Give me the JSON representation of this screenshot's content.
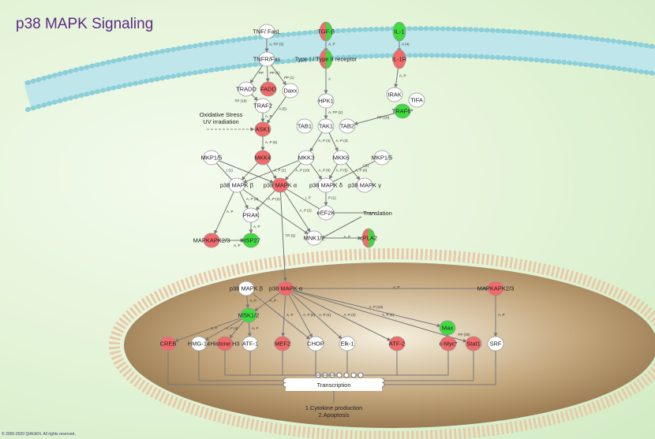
{
  "title": "p38 MAPK Signaling",
  "copyright": "© 2000-2020 QIAGEN. All rights reserved.",
  "colors": {
    "up": "#f26a6a",
    "down": "#3fdc3f",
    "none": "#ffffff",
    "title": "#5c2a86"
  },
  "annotations": {
    "stress_line1": "Oxidative Stress",
    "stress_line2": "UV irradiation",
    "translation": "Translation",
    "transcription": "Transcription",
    "outcome_line1": "1.Cytokine production",
    "outcome_line2": "2.Apoptosis"
  },
  "nodes": [
    {
      "id": "tnf",
      "label": "TNF/ FasL",
      "status": "none"
    },
    {
      "id": "tgfb",
      "label": "TGF-β",
      "status": "mixed"
    },
    {
      "id": "il1",
      "label": "IL-1",
      "status": "down"
    },
    {
      "id": "tnfr",
      "label": "TNFR/Fas",
      "status": "none"
    },
    {
      "id": "tgfr",
      "label": "Type I / Type II receptor",
      "status": "mixed"
    },
    {
      "id": "il1r",
      "label": "IL-1R",
      "status": "up"
    },
    {
      "id": "tradd",
      "label": "TRADD",
      "status": "none"
    },
    {
      "id": "fadd",
      "label": "FADD",
      "status": "up"
    },
    {
      "id": "daxx",
      "label": "Daxx",
      "status": "none"
    },
    {
      "id": "irak",
      "label": "IRAK",
      "status": "none"
    },
    {
      "id": "tifa",
      "label": "TIFA",
      "status": "none"
    },
    {
      "id": "traf6",
      "label": "TRAF6*",
      "status": "down"
    },
    {
      "id": "traf2",
      "label": "TRAF2",
      "status": "none"
    },
    {
      "id": "hpk1",
      "label": "HPK1",
      "status": "none"
    },
    {
      "id": "ask1",
      "label": "ASK1",
      "status": "up"
    },
    {
      "id": "tab1",
      "label": "TAB1",
      "status": "none"
    },
    {
      "id": "tak1",
      "label": "TAK1",
      "status": "none"
    },
    {
      "id": "tab2",
      "label": "TAB2",
      "status": "none"
    },
    {
      "id": "mkp15l",
      "label": "MKP1/5",
      "status": "none"
    },
    {
      "id": "mkk4",
      "label": "MKK4",
      "status": "up"
    },
    {
      "id": "mkk3",
      "label": "MKK3",
      "status": "none"
    },
    {
      "id": "mkk6",
      "label": "MKK6",
      "status": "none"
    },
    {
      "id": "mkp15r",
      "label": "MKP1/5",
      "status": "none"
    },
    {
      "id": "p38b",
      "label": "p38 MAPK β",
      "status": "none"
    },
    {
      "id": "p38a",
      "label": "p38 MAPK α",
      "status": "up"
    },
    {
      "id": "p38d",
      "label": "p38 MAPK δ",
      "status": "none"
    },
    {
      "id": "p38g",
      "label": "p38 MAPK γ",
      "status": "none"
    },
    {
      "id": "eef2k",
      "label": "eEF2K",
      "status": "none"
    },
    {
      "id": "prak",
      "label": "PRAK",
      "status": "none"
    },
    {
      "id": "mapkapk",
      "label": "MAPKAPK2/3",
      "status": "up"
    },
    {
      "id": "hsp27",
      "label": "HSP27",
      "status": "down"
    },
    {
      "id": "mnk",
      "label": "MNK1/2",
      "status": "none"
    },
    {
      "id": "cpla2",
      "label": "cPLA2",
      "status": "mixed"
    },
    {
      "id": "p38bn",
      "label": "p38 MAPK β",
      "status": "none"
    },
    {
      "id": "p38an",
      "label": "p38 MAPK α",
      "status": "up"
    },
    {
      "id": "mapkapkn",
      "label": "MAPKAPK2/3",
      "status": "up"
    },
    {
      "id": "msk",
      "label": "MSK1/2",
      "status": "down"
    },
    {
      "id": "max",
      "label": "Max",
      "status": "down"
    },
    {
      "id": "creb",
      "label": "CREB",
      "status": "up"
    },
    {
      "id": "hmg",
      "label": "HMG-14",
      "status": "none"
    },
    {
      "id": "histone",
      "label": "Histone H3",
      "status": "up"
    },
    {
      "id": "atf1",
      "label": "ATF-1",
      "status": "none"
    },
    {
      "id": "mef2",
      "label": "MEF2",
      "status": "up"
    },
    {
      "id": "chop",
      "label": "CHOP",
      "status": "none"
    },
    {
      "id": "elk1",
      "label": "Elk-1",
      "status": "none"
    },
    {
      "id": "atf2",
      "label": "ATF-2",
      "status": "up"
    },
    {
      "id": "cmyc",
      "label": "c-Myc*",
      "status": "up"
    },
    {
      "id": "stat1",
      "label": "Stat1",
      "status": "up"
    },
    {
      "id": "srf",
      "label": "SRF",
      "status": "none"
    }
  ],
  "edges": [
    [
      "tnf",
      "tnfr",
      "A, PP (3)"
    ],
    [
      "tgfb",
      "tgfr",
      "A, P"
    ],
    [
      "il1",
      "il1r",
      "A (4)"
    ],
    [
      "tnfr",
      "tradd",
      "PP"
    ],
    [
      "tnfr",
      "fadd",
      "PP (1)"
    ],
    [
      "tnfr",
      "daxx",
      "PP (1)"
    ],
    [
      "tradd",
      "traf2",
      "PP (18)"
    ],
    [
      "traf2",
      "ask1",
      "A, P"
    ],
    [
      "daxx",
      "ask1",
      "A (5)"
    ],
    [
      "tgfr",
      "hpk1",
      "A"
    ],
    [
      "hpk1",
      "tak1",
      "A, PP (2)"
    ],
    [
      "il1r",
      "irak",
      "A, P"
    ],
    [
      "traf6",
      "tab2",
      "PP (19)"
    ],
    [
      "ask1",
      "mkk4",
      "A, P (6)"
    ],
    [
      "tak1",
      "mkk3",
      "A, P (4)"
    ],
    [
      "tak1",
      "mkk6",
      "A, P (3)"
    ],
    [
      "mkk4",
      "p38a",
      "A, P (1)"
    ],
    [
      "mkk4",
      "p38b",
      ""
    ],
    [
      "mkk3",
      "p38a",
      "A, P (10)"
    ],
    [
      "mkk3",
      "p38b",
      ""
    ],
    [
      "mkk3",
      "p38d",
      "A, P (6)"
    ],
    [
      "mkk6",
      "p38d",
      "A, P (5)"
    ],
    [
      "mkk6",
      "p38g",
      "A, P (8)"
    ],
    [
      "mkp15l",
      "p38b",
      "I (1)"
    ],
    [
      "mkp15l",
      "p38a",
      ""
    ],
    [
      "mkp15r",
      "p38d",
      "I (1)"
    ],
    [
      "p38a",
      "eef2k",
      "I, P"
    ],
    [
      "p38d",
      "eef2k",
      "P (1)"
    ],
    [
      "p38b",
      "prak",
      "A, P (3)"
    ],
    [
      "p38a",
      "prak",
      "A, P (2)"
    ],
    [
      "p38b",
      "mapkapk",
      "A, P"
    ],
    [
      "prak",
      "hsp27",
      "A, P"
    ],
    [
      "mapkapk",
      "hsp27",
      "A, P"
    ],
    [
      "p38a",
      "mnk",
      "A, P (2)"
    ],
    [
      "p38b",
      "mnk",
      ""
    ],
    [
      "mnk",
      "cpla2",
      "A, P"
    ],
    [
      "p38a",
      "p38an",
      "TR (5)"
    ],
    [
      "p38an",
      "mapkapkn",
      "A, P"
    ],
    [
      "mapkapkn",
      "srf",
      "A, P"
    ],
    [
      "p38bn",
      "msk",
      "A, P"
    ],
    [
      "p38an",
      "msk",
      "A, P"
    ],
    [
      "msk",
      "creb",
      "A, P"
    ],
    [
      "msk",
      "hmg",
      "A, P (4)"
    ],
    [
      "msk",
      "histone",
      ""
    ],
    [
      "msk",
      "atf1",
      "A, P"
    ],
    [
      "p38an",
      "mef2",
      "A, P"
    ],
    [
      "p38an",
      "chop",
      "A, P (6)"
    ],
    [
      "p38bn",
      "chop",
      ""
    ],
    [
      "p38an",
      "elk1",
      "A, P (1)"
    ],
    [
      "p38an",
      "atf2",
      "A, P (2)"
    ],
    [
      "p38an",
      "max",
      "A, P (10)"
    ],
    [
      "p38an",
      "stat1",
      "A, P (1)"
    ],
    [
      "max",
      "cmyc",
      "PP (30)"
    ]
  ]
}
